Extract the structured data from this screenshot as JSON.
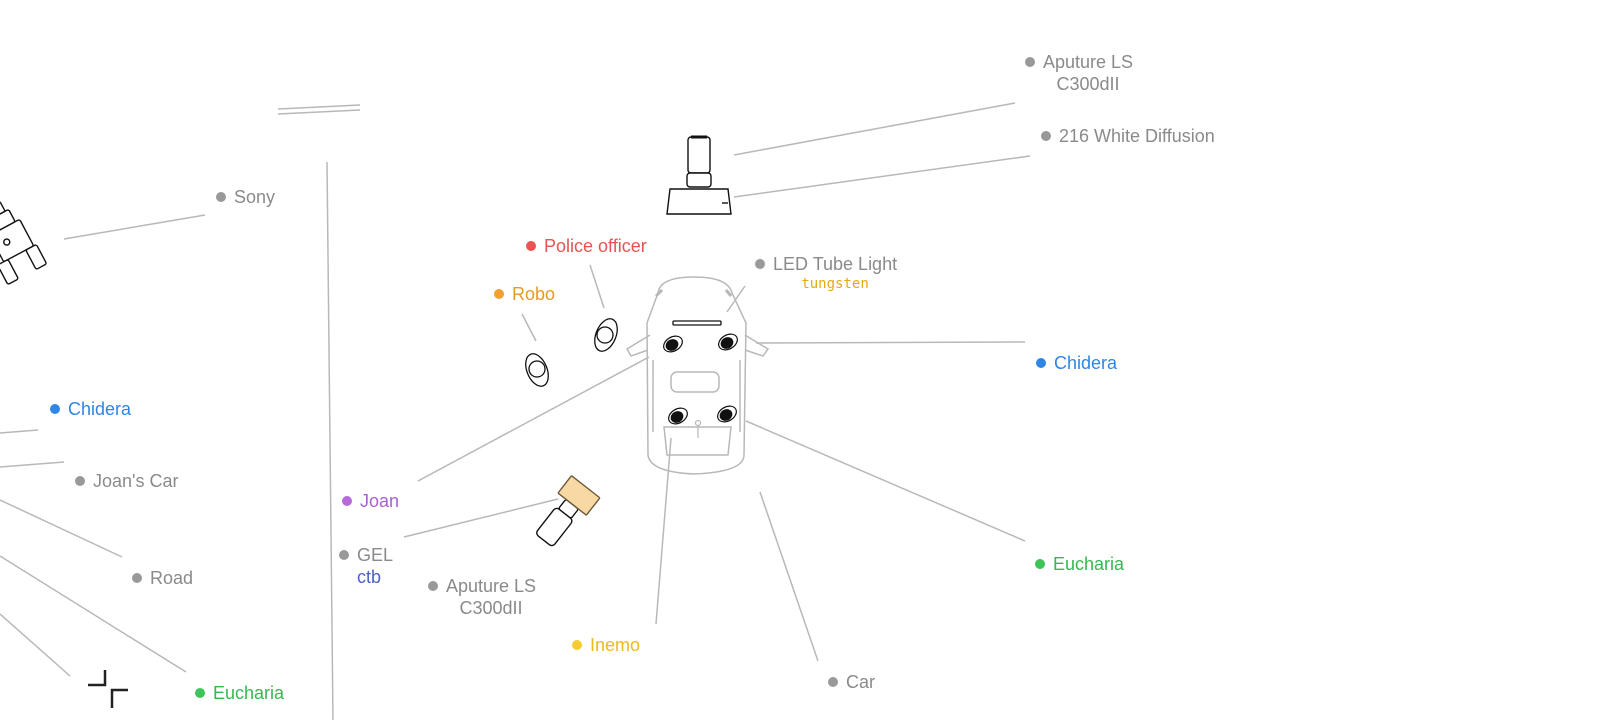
{
  "labels": [
    {
      "id": "aputure-top",
      "lines": [
        "Aputure LS",
        "C300dII"
      ],
      "color": "#999999",
      "text_color": "#8a8a8a",
      "align": "center"
    },
    {
      "id": "diffusion",
      "lines": [
        "216 White Diffusion"
      ],
      "color": "#999999",
      "text_color": "#8a8a8a"
    },
    {
      "id": "sony",
      "lines": [
        "Sony"
      ],
      "color": "#999999",
      "text_color": "#8a8a8a"
    },
    {
      "id": "police",
      "lines": [
        "Police officer"
      ],
      "color": "#ea5451",
      "text_color": "#e25550"
    },
    {
      "id": "robo",
      "lines": [
        "Robo"
      ],
      "color": "#f0a131",
      "text_color": "#e69a2b"
    },
    {
      "id": "led",
      "lines": [
        "LED Tube Light"
      ],
      "sub": "tungsten",
      "sub_color": "#e6a817",
      "sub_mono": true,
      "color": "#999999",
      "text_color": "#8a8a8a"
    },
    {
      "id": "chidera-right",
      "lines": [
        "Chidera"
      ],
      "color": "#2f86e4",
      "text_color": "#2f86e4"
    },
    {
      "id": "chidera-left",
      "lines": [
        "Chidera"
      ],
      "color": "#2f86e4",
      "text_color": "#2f86e4"
    },
    {
      "id": "joans-car",
      "lines": [
        "Joan's Car"
      ],
      "color": "#999999",
      "text_color": "#8a8a8a"
    },
    {
      "id": "joan",
      "lines": [
        "Joan"
      ],
      "color": "#b76ad9",
      "text_color": "#a860d2"
    },
    {
      "id": "gel",
      "lines": [
        "GEL"
      ],
      "sub": "ctb",
      "sub_color": "#4e5fc9",
      "color": "#999999",
      "text_color": "#8a8a8a"
    },
    {
      "id": "aputure-bottom",
      "lines": [
        "Aputure LS",
        "C300dII"
      ],
      "color": "#999999",
      "text_color": "#8a8a8a",
      "align": "center"
    },
    {
      "id": "road",
      "lines": [
        "Road"
      ],
      "color": "#999999",
      "text_color": "#8a8a8a"
    },
    {
      "id": "inemo",
      "lines": [
        "Inemo"
      ],
      "color": "#f5cd2c",
      "text_color": "#e9bc16"
    },
    {
      "id": "car",
      "lines": [
        "Car"
      ],
      "color": "#999999",
      "text_color": "#8a8a8a"
    },
    {
      "id": "eucharia-right",
      "lines": [
        "Eucharia"
      ],
      "color": "#3fc45a",
      "text_color": "#35b94f"
    },
    {
      "id": "eucharia-left",
      "lines": [
        "Eucharia"
      ],
      "color": "#3fc45a",
      "text_color": "#35b94f"
    }
  ],
  "icons": {
    "camera": "camera-icon",
    "light_stand": "light-stand-icon",
    "light_panel": "light-panel-icon",
    "car": "car-icon",
    "person": "person-icon",
    "tube_light": "tube-light-icon",
    "viewfinder": "viewfinder-corner-icon"
  },
  "colors": {
    "line": "#b8b8b8",
    "gel_fill": "#f8d9a4"
  }
}
